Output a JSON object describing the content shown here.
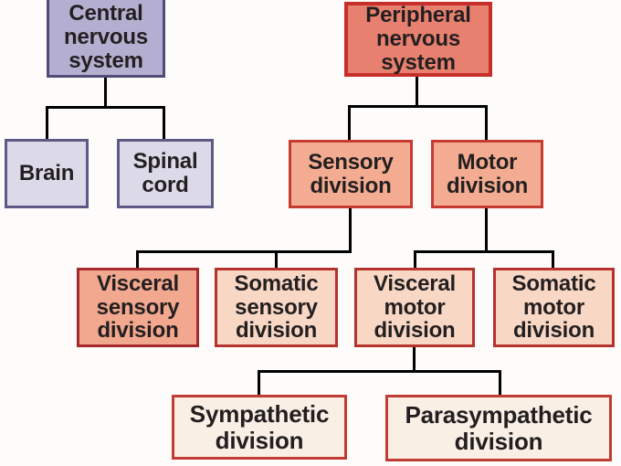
{
  "diagram_type": "flowchart",
  "palette": {
    "background": "#fdfcfb",
    "connector_color": "#000000",
    "text_color": "#231f20",
    "cns_fill": "#b4afd0",
    "cns_border": "#4f4d78",
    "cns_child_fill": "#dcd9e8",
    "cns_child_border": "#5d5b86",
    "pns_fill": "#e8806f",
    "pns_border": "#c72f2a",
    "division_fill": "#f3ac91",
    "division_border": "#c73a31",
    "visceral_sensory_fill": "#f1a88e",
    "visceral_sensory_border": "#a62a2b",
    "light_peach_fill": "#f8d8c5",
    "light_peach_border": "#b5322d",
    "cream_fill": "#f9efe5",
    "cream_border": "#c23c34"
  },
  "nodes": {
    "cns": {
      "label": "Central\nnervous\nsystem"
    },
    "pns": {
      "label": "Peripheral\nnervous\nsystem"
    },
    "brain": {
      "label": "Brain"
    },
    "spinal_cord": {
      "label": "Spinal\ncord"
    },
    "sensory": {
      "label": "Sensory\ndivision"
    },
    "motor": {
      "label": "Motor\ndivision"
    },
    "visceral_sensory": {
      "label": "Visceral\nsensory\ndivision"
    },
    "somatic_sensory": {
      "label": "Somatic\nsensory\ndivision"
    },
    "visceral_motor": {
      "label": "Visceral\nmotor\ndivision"
    },
    "somatic_motor": {
      "label": "Somatic\nmotor\ndivision"
    },
    "sympathetic": {
      "label": "Sympathetic\ndivision"
    },
    "parasympathetic": {
      "label": "Parasympathetic\ndivision"
    }
  },
  "edges": [
    {
      "from": "cns",
      "to": "brain"
    },
    {
      "from": "cns",
      "to": "spinal_cord"
    },
    {
      "from": "pns",
      "to": "sensory"
    },
    {
      "from": "pns",
      "to": "motor"
    },
    {
      "from": "sensory",
      "to": "visceral_sensory"
    },
    {
      "from": "sensory",
      "to": "somatic_sensory"
    },
    {
      "from": "motor",
      "to": "visceral_motor"
    },
    {
      "from": "motor",
      "to": "somatic_motor"
    },
    {
      "from": "visceral_motor",
      "to": "sympathetic"
    },
    {
      "from": "visceral_motor",
      "to": "parasympathetic"
    }
  ]
}
